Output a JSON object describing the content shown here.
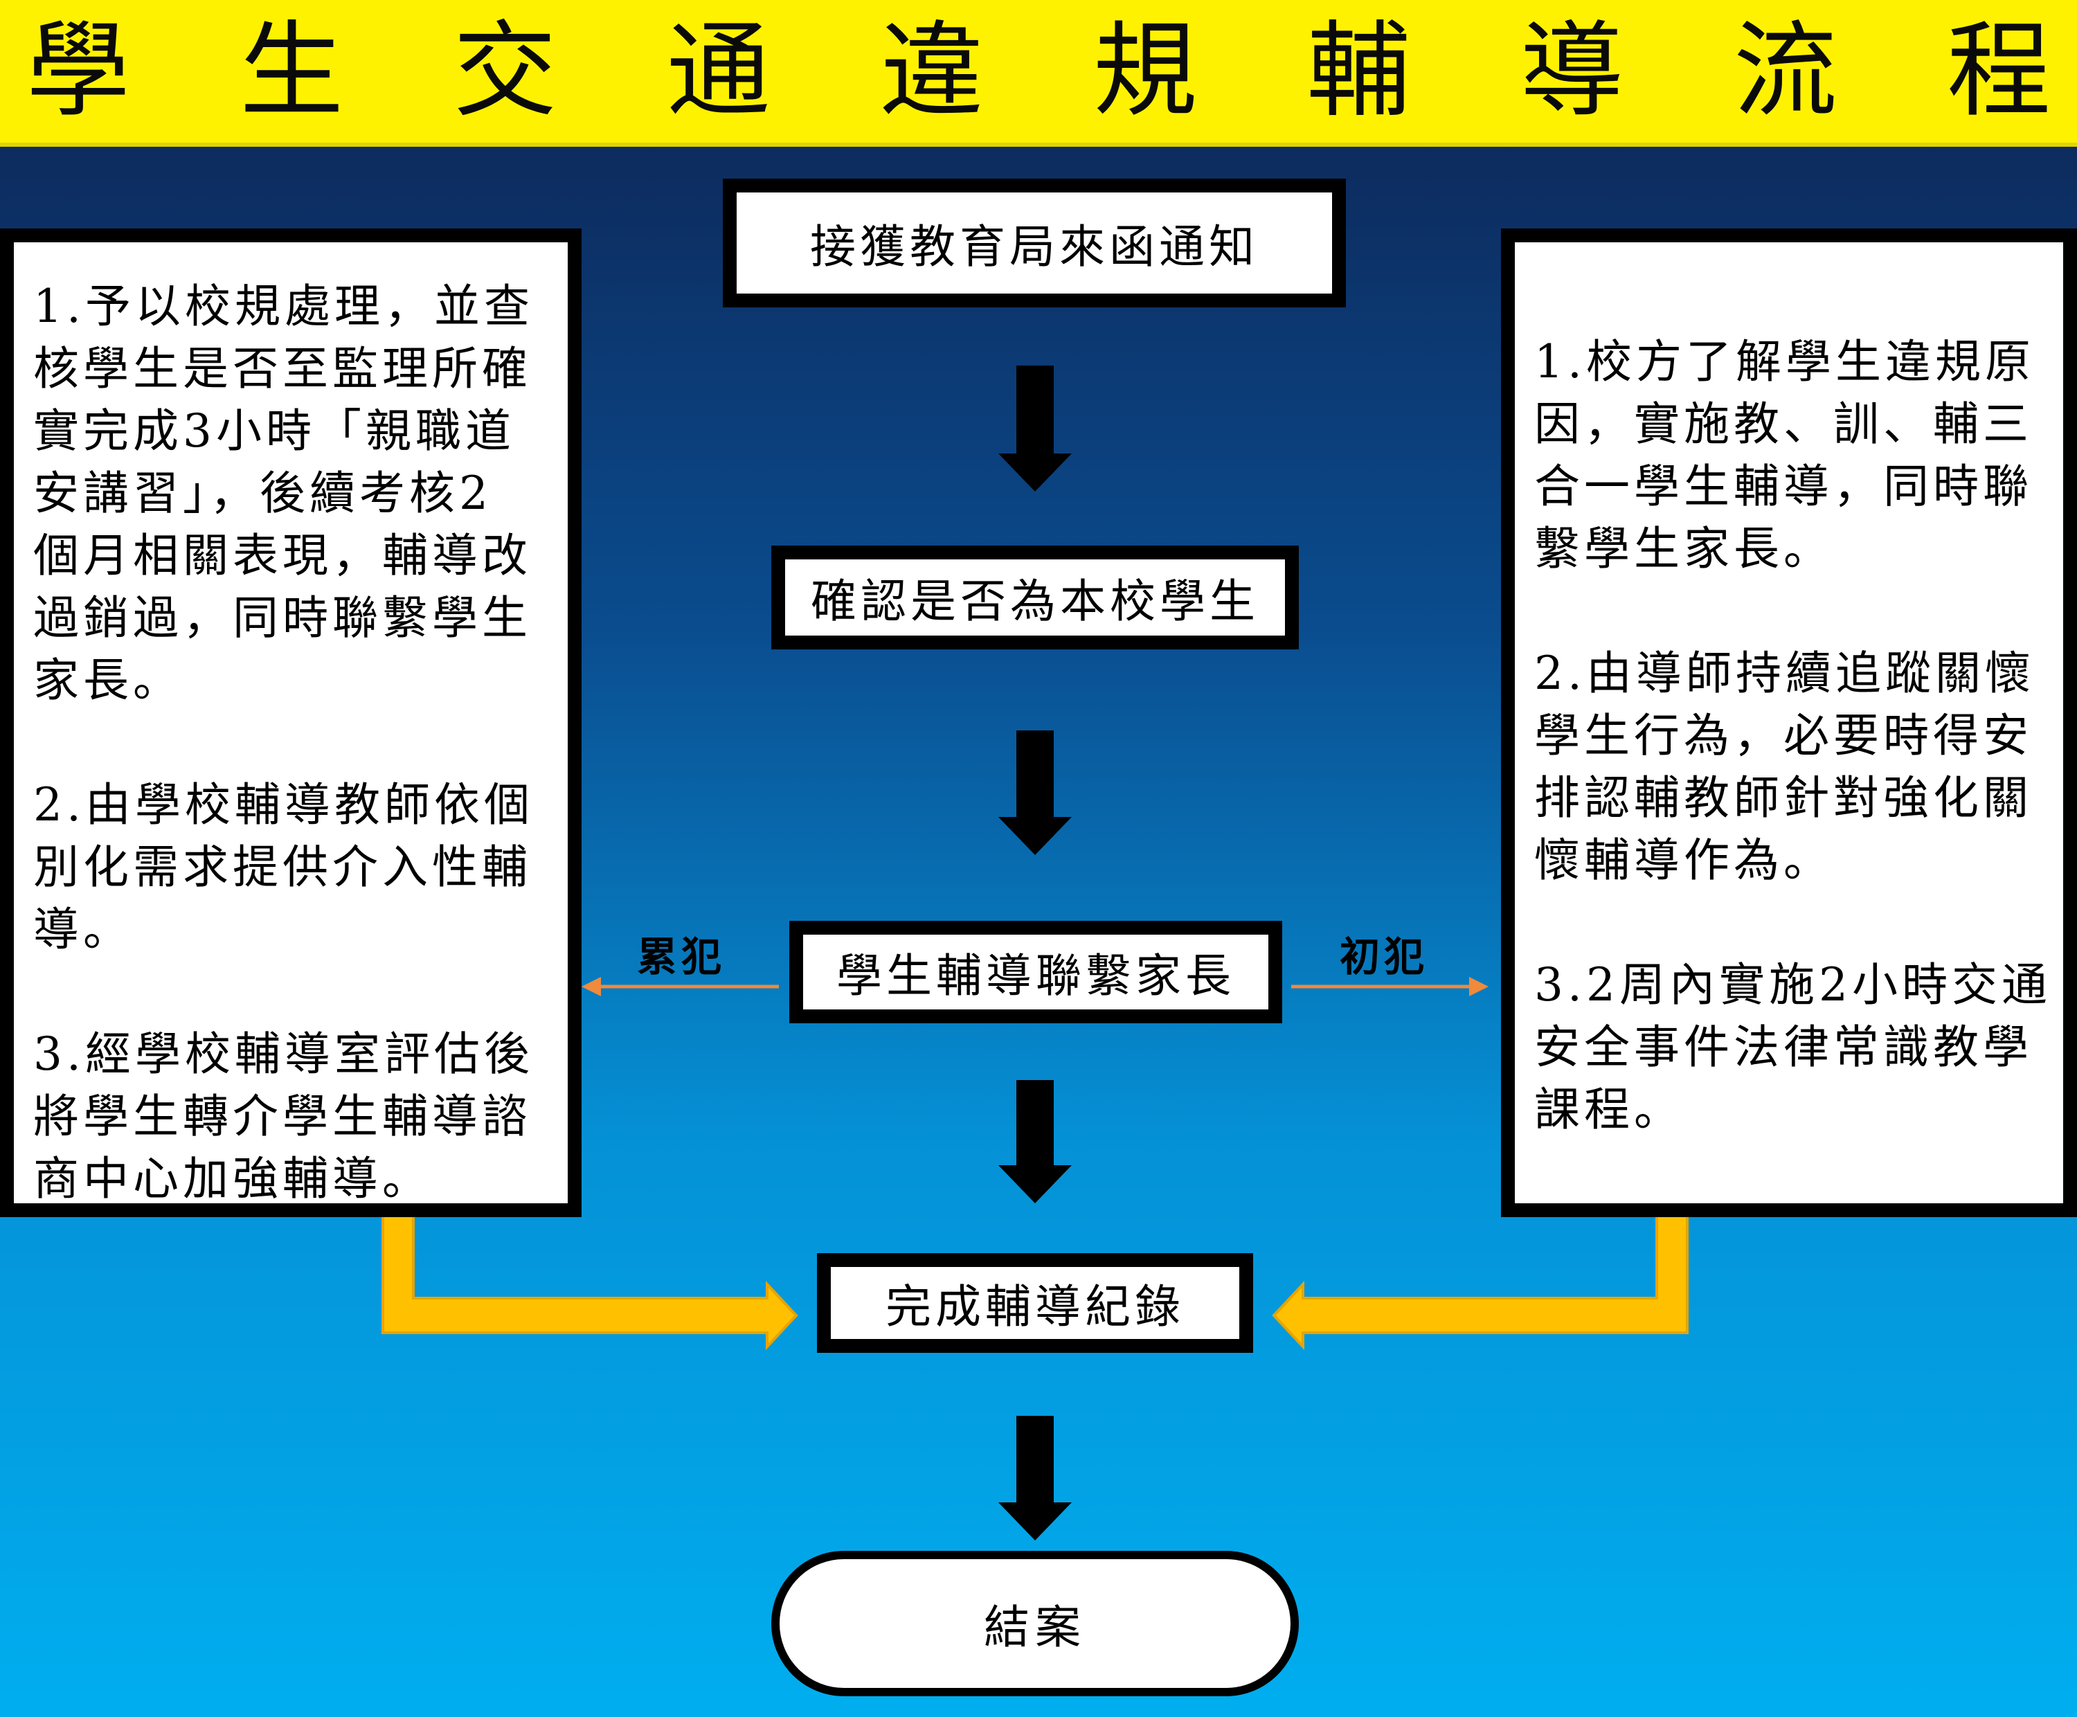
{
  "title": [
    "學",
    "生",
    "交",
    "通",
    "違",
    "規",
    "輔",
    "導",
    "流",
    "程"
  ],
  "flow": {
    "step1": "接獲教育局來函通知",
    "step2": "確認是否為本校學生",
    "step3": "學生輔導聯繫家長",
    "step4": "完成輔導紀錄",
    "end": "結案"
  },
  "branch": {
    "repeat_label": "累犯",
    "first_label": "初犯"
  },
  "left_panel": [
    [
      "1.予以校規處理，並查",
      "核學生是否至監理所確",
      "實完成3小時「親職道",
      "安講習」，後續考核2",
      "個月相關表現，輔導改",
      "過銷過，同時聯繫學生",
      "家長。"
    ],
    [
      "2.由學校輔導教師依個",
      "別化需求提供介入性輔",
      "導。"
    ],
    [
      "3.經學校輔導室評估後",
      "將學生轉介學生輔導諮",
      "商中心加強輔導。"
    ]
  ],
  "right_panel": [
    [
      "1.校方了解學生違規原",
      "因，實施教、訓、輔三",
      "合一學生輔導，同時聯",
      "繫學生家長。"
    ],
    [
      "2.由導師持續追蹤關懷",
      "學生行為，必要時得安",
      "排認輔教師針對強化關",
      "懷輔導作為。"
    ],
    [
      "3.2周內實施2小時交通",
      "安全事件法律常識教學",
      "課程。"
    ]
  ],
  "colors": {
    "title_bg": "#fff200",
    "connector": "#ffc000",
    "branch_arrow": "#f08a3c",
    "flow_arrow": "#000000"
  }
}
